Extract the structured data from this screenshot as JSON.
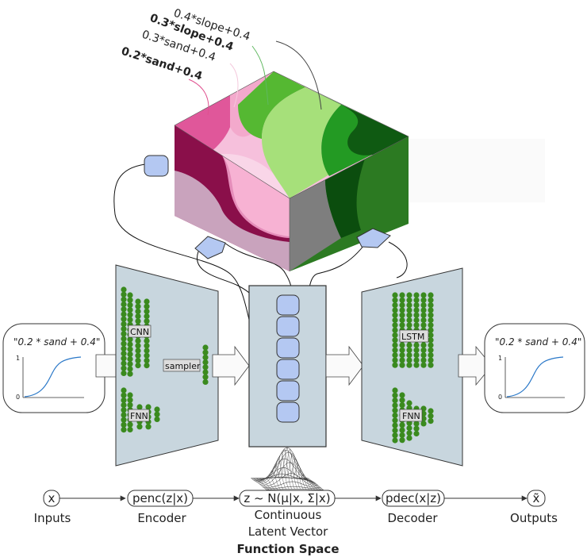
{
  "cube": {
    "labels": [
      {
        "text": "0.4*slope+0.4",
        "color": "#2a5a2a"
      },
      {
        "text": "0.3*slope+0.4",
        "color": "#5fb85f"
      },
      {
        "text": "0.3*sand+0.4",
        "color": "#f4b8d2"
      },
      {
        "text": "0.2*sand+0.4",
        "color": "#e0508f"
      }
    ],
    "colors": {
      "pink_dark": "#b01e6a",
      "pink_mid": "#e0579a",
      "pink_light": "#f6bcd8",
      "pink_pale": "#fbdbe9",
      "green_light": "#a6e07a",
      "green_mid": "#55b832",
      "green_dark": "#1f7a1f",
      "green_darkest": "#0f5a12"
    }
  },
  "input_plot": {
    "title": "\"0.2 * sand + 0.4\"",
    "y_ticks": [
      "1",
      "0"
    ]
  },
  "output_plot": {
    "title": "\"0.2 * sand + 0.4\"",
    "y_ticks": [
      "1",
      "0"
    ]
  },
  "encoder": {
    "cnn_label": "CNN",
    "fnn_label": "FNN",
    "sampler_label": "sampler"
  },
  "decoder": {
    "lstm_label": "LSTM",
    "fnn_label": "FNN"
  },
  "pipeline": {
    "nodes": [
      {
        "box": "x",
        "caption": [
          "Inputs"
        ]
      },
      {
        "box": "penc(z|x)",
        "caption": [
          "Encoder"
        ]
      },
      {
        "box": "z ~ N(μ|x, Σ|x)",
        "caption": [
          "Continuous",
          "Latent Vector"
        ]
      },
      {
        "box": "pdec(x|z)",
        "caption": [
          "Decoder"
        ]
      },
      {
        "box": "x̃",
        "caption": [
          "Outputs"
        ]
      }
    ],
    "function_space_label": "Function Space"
  },
  "colors": {
    "panel": "#c8d6de",
    "latent_cell": "#b4c8f2",
    "neuron": "#3a8a1e",
    "curve": "#2a78c8"
  }
}
